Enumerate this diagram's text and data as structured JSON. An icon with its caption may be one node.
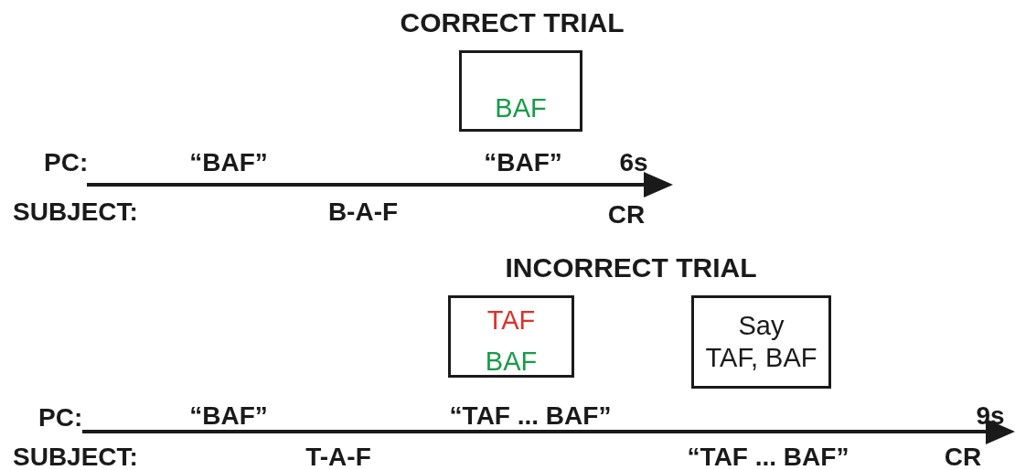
{
  "diagram": {
    "nodes": [
      {
        "text": [
          "BAF"
        ]
      },
      {
        "text": [
          "TAF",
          "BAF"
        ]
      },
      {
        "text": [
          "Say TAF, BAF"
        ]
      }
    ],
    "labels": [
      "CORRECT TRIAL",
      "PC:",
      "“BAF”",
      "“BAF”",
      "6s",
      "SUBJECT:",
      "B-A-F",
      "CR",
      "INCORRECT TRIAL",
      "PC:",
      "“BAF”",
      "“TAF ... BAF”",
      "9s",
      "SUBJECT:",
      "T-A-F",
      "“TAF ... BAF”",
      "CR"
    ]
  }
}
